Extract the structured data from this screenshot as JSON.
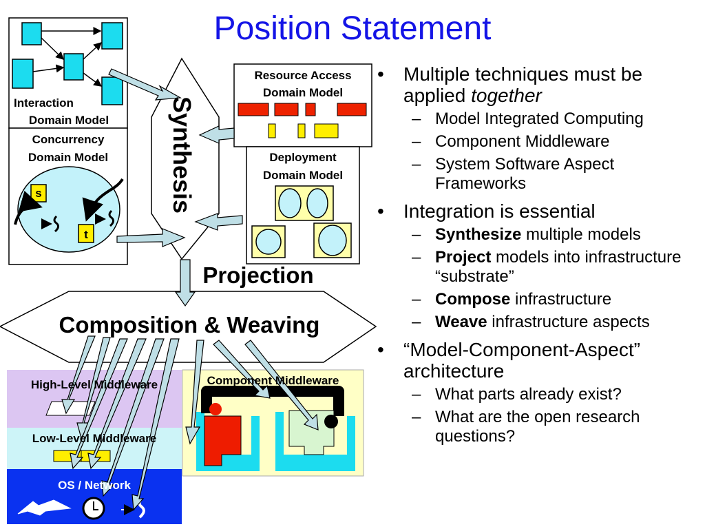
{
  "slide": {
    "title": "Position Statement"
  },
  "diagram": {
    "interaction_label_1": "Interaction",
    "interaction_label_2": "Domain Model",
    "concurrency_label_1": "Concurrency",
    "concurrency_label_2": "Domain Model",
    "token_s": "s",
    "token_t": "t",
    "resource_label_1": "Resource Access",
    "resource_label_2": "Domain Model",
    "deployment_label_1": "Deployment",
    "deployment_label_2": "Domain Model",
    "synthesis": "Synthesis",
    "projection": "Projection",
    "composition": "Composition & Weaving",
    "high_level": "High-Level Middleware",
    "low_level": "Low-Level Middleware",
    "os_network": "OS / Network",
    "component_middleware": "Component Middleware",
    "colors": {
      "title": "#1414e6",
      "cyan_box": "#1cdcef",
      "red_block": "#ee2200",
      "yellow_block": "#ffee00",
      "arrow_fill": "#bfdfe6",
      "high_level_bg": "#dcc6f2",
      "low_level_bg": "#cdf4f8",
      "os_bg": "#0a32f0",
      "component_bg": "#ffffc6"
    }
  },
  "bullets": [
    {
      "marker": "•",
      "text_parts": [
        {
          "t": "Multiple techniques must be applied ",
          "style": "normal"
        },
        {
          "t": "together",
          "style": "italic"
        }
      ],
      "sub": [
        {
          "marker": "–",
          "bold": "",
          "text": "Model Integrated Computing"
        },
        {
          "marker": "–",
          "bold": "",
          "text": "Component Middleware"
        },
        {
          "marker": "–",
          "bold": "",
          "text": "System Software Aspect Frameworks"
        }
      ]
    },
    {
      "marker": "•",
      "text_parts": [
        {
          "t": "Integration is essential",
          "style": "normal"
        }
      ],
      "sub": [
        {
          "marker": "–",
          "bold": "Synthesize",
          "text": " multiple models"
        },
        {
          "marker": "–",
          "bold": "Project",
          "text": " models into infrastructure “substrate”"
        },
        {
          "marker": "–",
          "bold": "Compose",
          "text": " infrastructure"
        },
        {
          "marker": "–",
          "bold": "Weave",
          "text": " infrastructure aspects"
        }
      ]
    },
    {
      "marker": "•",
      "text_parts": [
        {
          "t": "“Model-Component-Aspect” architecture",
          "style": "normal"
        }
      ],
      "sub": [
        {
          "marker": "–",
          "bold": "",
          "text": "What parts already exist?"
        },
        {
          "marker": "–",
          "bold": "",
          "text": "What are the open research questions?"
        }
      ]
    }
  ]
}
